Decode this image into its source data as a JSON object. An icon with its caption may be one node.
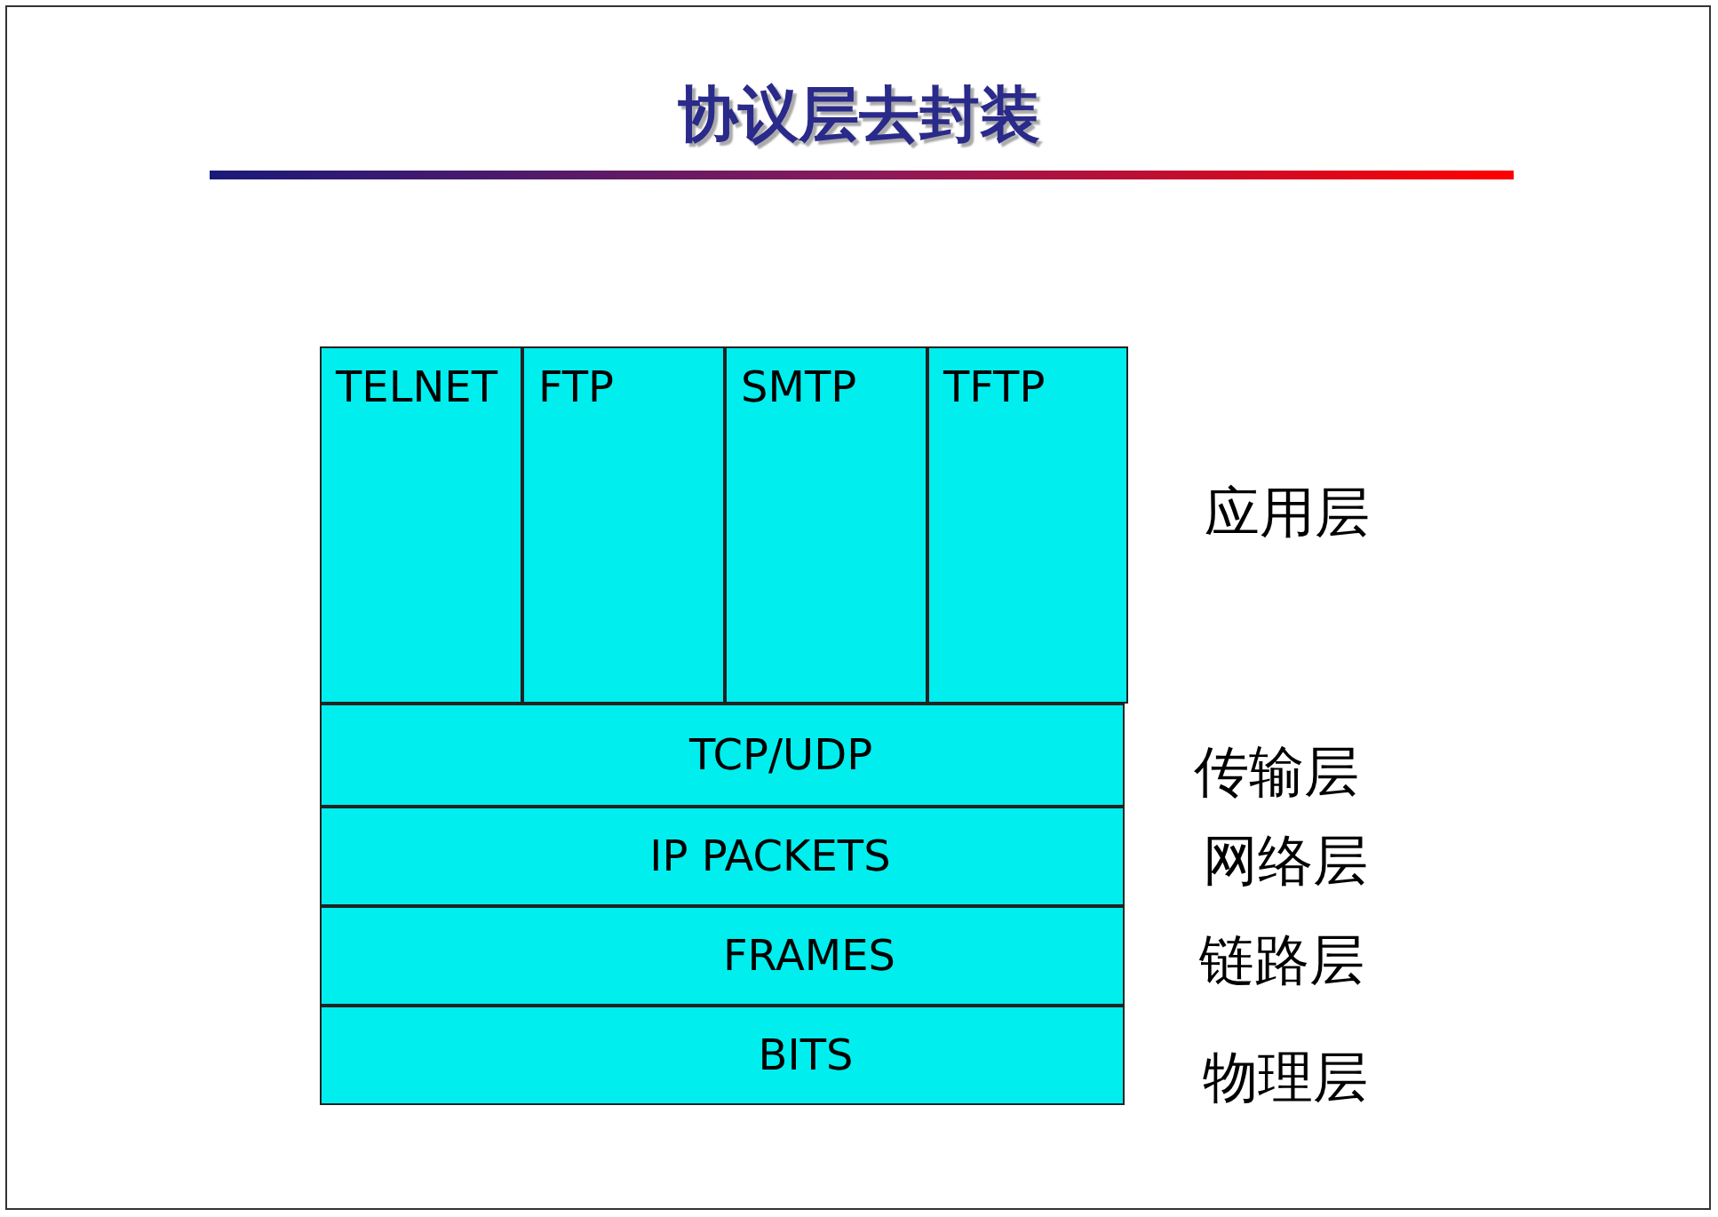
{
  "diagram": {
    "title": "协议层去封装",
    "nodes": [
      {
        "text": [
          "TELNET"
        ]
      },
      {
        "text": [
          "FTP"
        ]
      },
      {
        "text": [
          "SMTP"
        ]
      },
      {
        "text": [
          "TFTP"
        ]
      },
      {
        "text": [
          "TCP/UDP"
        ]
      },
      {
        "text": [
          "IP PACKETS"
        ]
      },
      {
        "text": [
          "FRAMES"
        ]
      },
      {
        "text": [
          "BITS"
        ]
      }
    ],
    "labels": [
      "应用层",
      "传输层",
      "网络层",
      "链路层",
      "物理层"
    ]
  }
}
